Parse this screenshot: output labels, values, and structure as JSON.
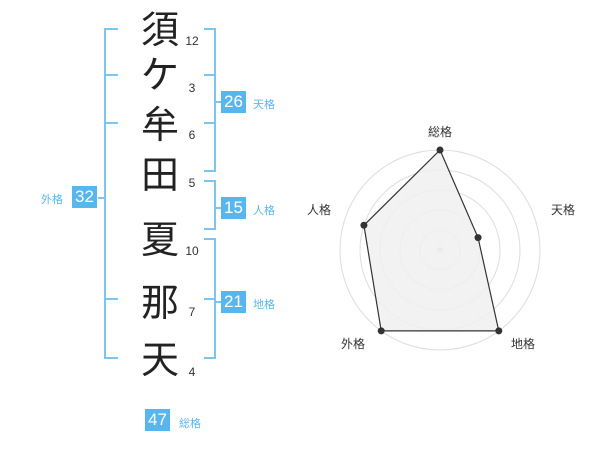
{
  "name_characters": [
    {
      "char": "須",
      "strokes": "12"
    },
    {
      "char": "ケ",
      "strokes": "3"
    },
    {
      "char": "牟",
      "strokes": "6"
    },
    {
      "char": "田",
      "strokes": "5"
    },
    {
      "char": "夏",
      "strokes": "10"
    },
    {
      "char": "那",
      "strokes": "7"
    },
    {
      "char": "天",
      "strokes": "4"
    }
  ],
  "kaku": {
    "tenkaku": {
      "value": "26",
      "label": "天格"
    },
    "jinkaku": {
      "value": "15",
      "label": "人格"
    },
    "chikaku": {
      "value": "21",
      "label": "地格"
    },
    "gaikaku": {
      "value": "32",
      "label": "外格"
    },
    "soukaku": {
      "value": "47",
      "label": "総格"
    }
  },
  "colors": {
    "accent": "#58b6ef",
    "bracket": "#7ec4ef",
    "radar_fill": "#f0f0f0",
    "radar_ring": "#dddddd",
    "line": "#333333"
  },
  "chart_data": {
    "type": "radar",
    "axes": [
      "総格",
      "天格",
      "地格",
      "外格",
      "人格"
    ],
    "values": [
      5,
      2,
      5,
      5,
      4
    ],
    "max": 5
  }
}
